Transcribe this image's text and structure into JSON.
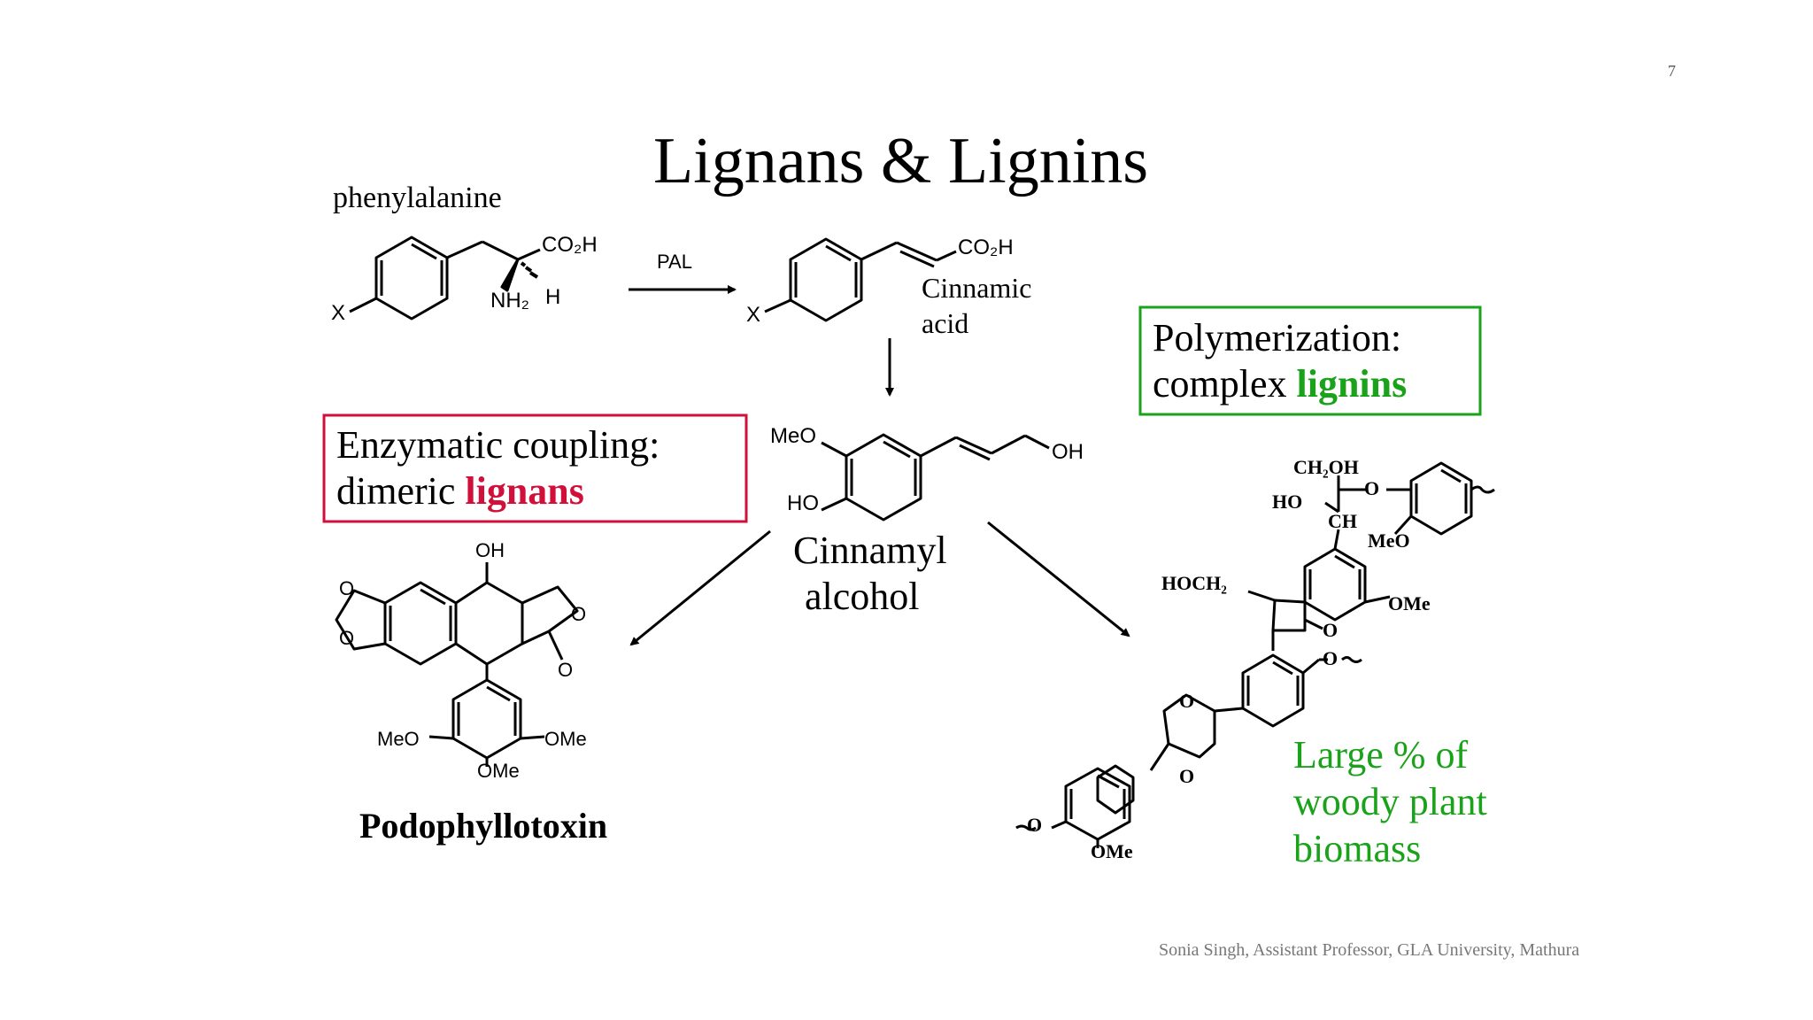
{
  "slide": {
    "page_number": "7",
    "title": "Lignans & Lignins",
    "footer": "Sonia Singh, Assistant Professor, GLA University, Mathura"
  },
  "colors": {
    "red_accent": "#d0103a",
    "green_accent": "#1aa31a",
    "text": "#000000",
    "footer_text": "#777777"
  },
  "pathway": {
    "start_label": "phenylalanine",
    "enzyme_label": "PAL",
    "cinnamic": [
      "Cinnamic",
      "acid"
    ],
    "cinnamyl": [
      "Cinnamyl",
      "alcohol"
    ],
    "lignans_box": {
      "line1": "Enzymatic coupling:",
      "line2_prefix": "dimeric ",
      "line2_highlight": "lignans"
    },
    "lignins_box": {
      "line1": "Polymerization:",
      "line2_prefix": "complex ",
      "line2_highlight": "lignins"
    },
    "podophyllotoxin": "Podophyllotoxin",
    "biomass": [
      "Large % of",
      "woody plant",
      "biomass"
    ]
  },
  "atoms": {
    "phe_co2h": "CO₂H",
    "phe_x": "X",
    "phe_nh2": "NH₂",
    "phe_h": "H",
    "cin_co2h": "CO₂H",
    "cin_x": "X",
    "meo": "MeO",
    "ho": "HO",
    "oh": "OH",
    "podo_oh": "OH",
    "podo_o1": "O",
    "podo_o2": "O",
    "podo_o3": "O",
    "podo_o4": "O",
    "podo_meo": "MeO",
    "podo_ome1": "OMe",
    "podo_ome2": "OMe",
    "lig_ch2oh": "CH₂OH",
    "lig_o1": "O",
    "lig_ho": "HO",
    "lig_ch": "CH",
    "lig_meo": "MeO",
    "lig_hoch2": "HOCH₂",
    "lig_ome1": "OMe",
    "lig_o2": "O",
    "lig_o3": "O",
    "lig_o4": "O",
    "lig_o5": "O",
    "lig_o6": "O",
    "lig_ome2": "OMe"
  }
}
